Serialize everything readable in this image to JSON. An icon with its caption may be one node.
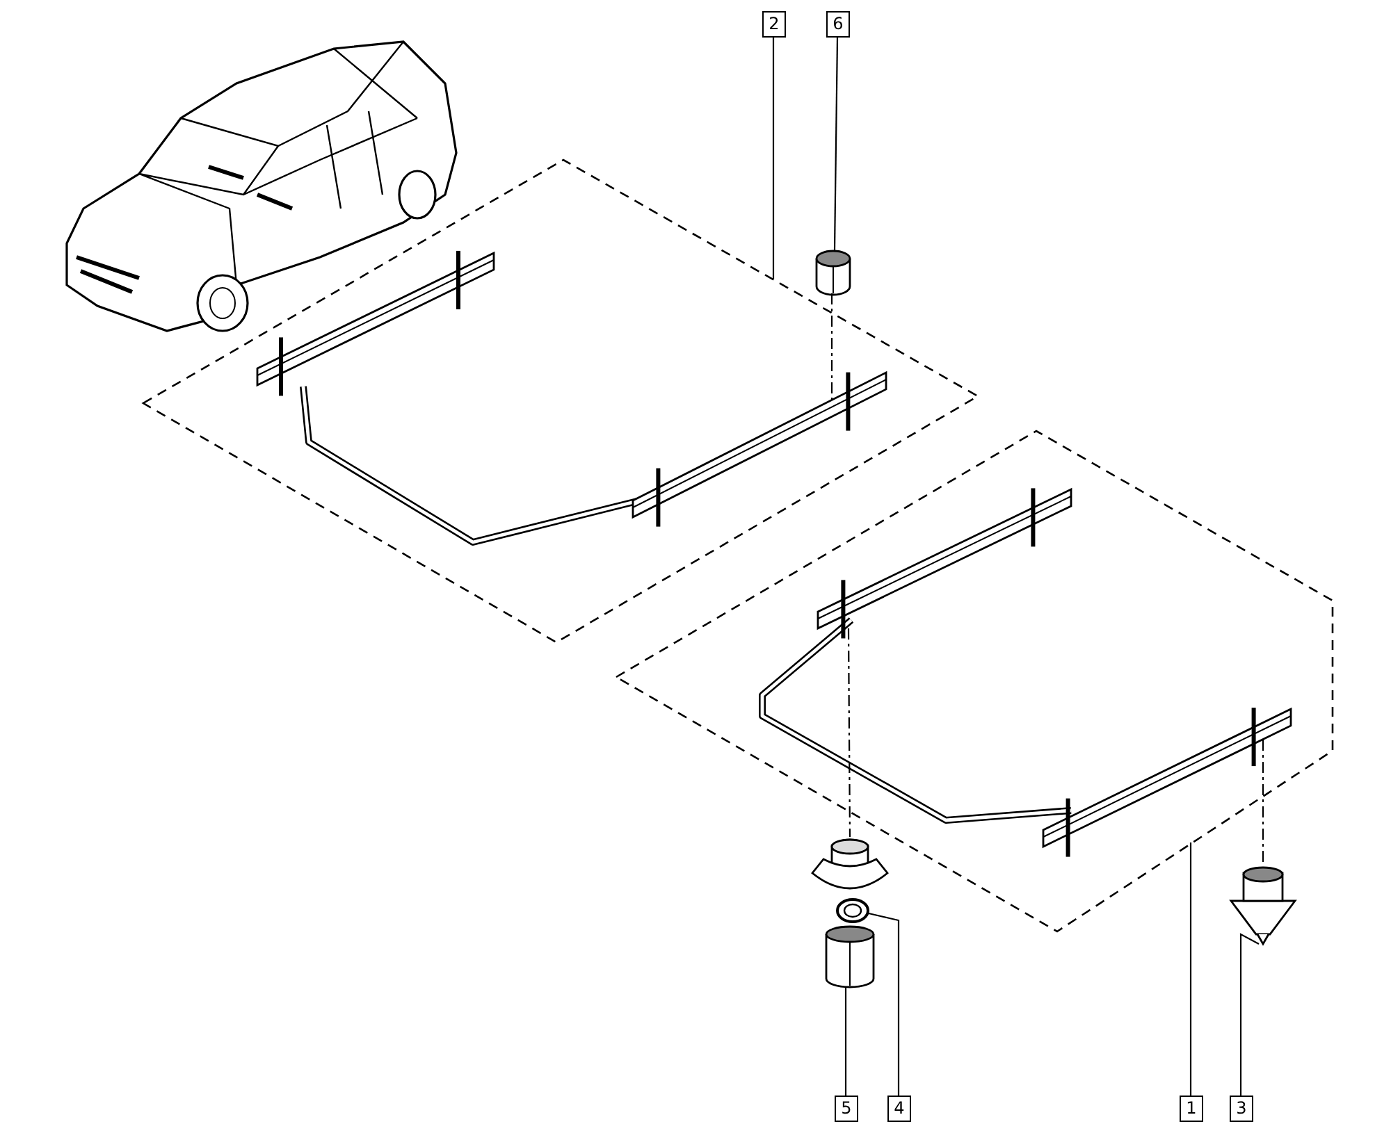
{
  "diagram": {
    "nodes": [
      {
        "text": [
          "2"
        ]
      },
      {
        "text": [
          "6"
        ]
      },
      {
        "text": [],
        "shape": "picture"
      },
      {
        "text": [],
        "shape": "cylinder"
      },
      {
        "text": [],
        "shape": "picture"
      },
      {
        "text": [],
        "shape": "picture"
      },
      {
        "text": [],
        "shape": "picture"
      },
      {
        "text": [],
        "shape": "cylinder"
      },
      {
        "text": [
          "5"
        ]
      },
      {
        "text": [
          "4"
        ]
      },
      {
        "text": [
          "1"
        ]
      },
      {
        "text": [
          "3"
        ]
      },
      {
        "text": [],
        "shape": "picture"
      }
    ],
    "edges": [
      {
        "from": 0,
        "to": 2,
        "arrow": "none"
      },
      {
        "from": 1,
        "to": 3,
        "arrow": "none"
      },
      {
        "from": 8,
        "to": 7,
        "arrow": "none"
      },
      {
        "from": 9,
        "to": 5,
        "arrow": "none"
      },
      {
        "from": 10,
        "to": 4,
        "arrow": "none"
      },
      {
        "from": 11,
        "to": 6,
        "arrow": "none"
      },
      {
        "from": 3,
        "to": 2,
        "arrow": "none",
        "style": "dashed"
      },
      {
        "from": 4,
        "to": 12,
        "arrow": "none",
        "style": "dashed"
      },
      {
        "from": 4,
        "to": 6,
        "arrow": "none",
        "style": "dashed"
      }
    ]
  }
}
